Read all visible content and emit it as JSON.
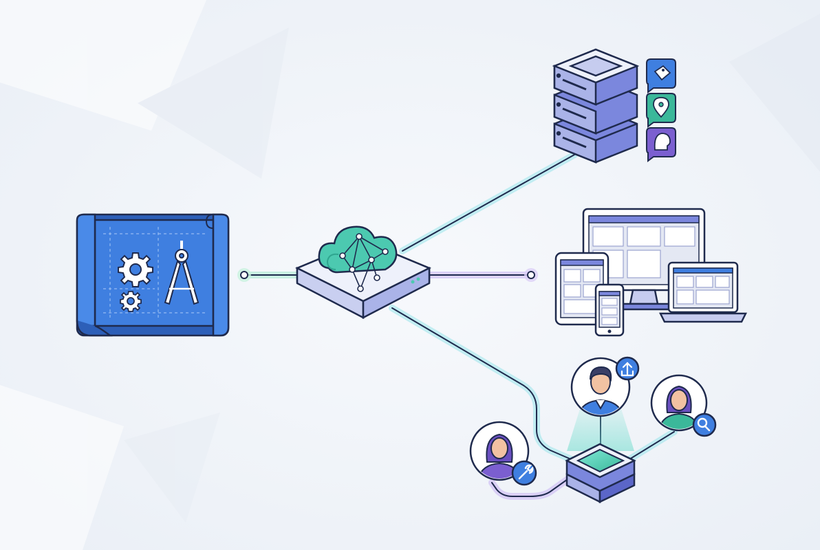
{
  "colors": {
    "background": "#f3f6fa",
    "blueprint": "#3f7fe0",
    "blueprint_dark": "#2d5fb8",
    "outline": "#1f2a4d",
    "server": "#7b87dd",
    "server_light": "#c6ccef",
    "cloud": "#4cc9b0",
    "cloud_dark": "#2fa58f",
    "link_cyan": "#5fd3d6",
    "link_purple": "#b9a7f0",
    "badge_blue": "#3f7fe0",
    "badge_teal": "#3bb89a",
    "badge_purple": "#7b5fd0",
    "device_screen": "#e4e8f3"
  },
  "nodes": [
    {
      "id": "blueprint",
      "role": "design",
      "icons": [
        "gear-icon",
        "compass-icon"
      ]
    },
    {
      "id": "cloud-hub",
      "role": "central-cloud"
    },
    {
      "id": "database",
      "role": "data-store",
      "badges": [
        "tag-icon",
        "location-pin-icon",
        "user-profile-icon"
      ]
    },
    {
      "id": "devices",
      "role": "clients",
      "items": [
        "monitor",
        "tablet",
        "phone",
        "laptop"
      ]
    },
    {
      "id": "users",
      "role": "people",
      "badges": [
        "upload-icon",
        "search-icon",
        "wrench-icon"
      ]
    }
  ]
}
